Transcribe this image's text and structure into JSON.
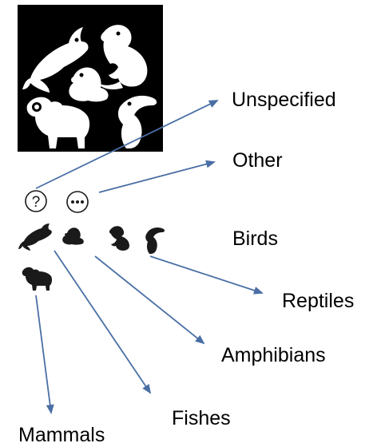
{
  "legend_image": {
    "icon": "animal-classes-icon",
    "background": "#000000",
    "foreground": "#ffffff"
  },
  "status_icons": [
    {
      "icon": "question-circle-icon",
      "glyph": "?"
    },
    {
      "icon": "ellipsis-circle-icon",
      "glyph": "···"
    }
  ],
  "animal_icons": [
    {
      "icon": "fish-icon"
    },
    {
      "icon": "frog-icon"
    },
    {
      "icon": "lizard-icon"
    },
    {
      "icon": "toucan-icon"
    },
    {
      "icon": "ram-icon"
    }
  ],
  "labels": {
    "unspecified": "Unspecified",
    "other": "Other",
    "birds": "Birds",
    "reptiles": "Reptiles",
    "amphibians": "Amphibians",
    "fishes": "Fishes",
    "mammals": "Mammals"
  },
  "colors": {
    "arrow": "#4a6fa5",
    "text": "#000000",
    "icon": "#1a1a1a"
  }
}
